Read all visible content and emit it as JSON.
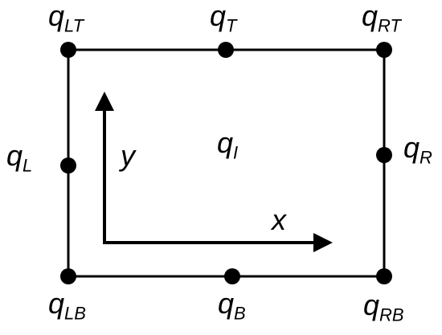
{
  "nodes": {
    "left_top": {
      "main": "q",
      "sub": "LT"
    },
    "top": {
      "main": "q",
      "sub": "T"
    },
    "right_top": {
      "main": "q",
      "sub": "RT"
    },
    "left": {
      "main": "q",
      "sub": "L"
    },
    "interior": {
      "main": "q",
      "sub": "I"
    },
    "right": {
      "main": "q",
      "sub": "R"
    },
    "left_bottom": {
      "main": "q",
      "sub": "LB"
    },
    "bottom": {
      "main": "q",
      "sub": "B"
    },
    "right_bottom": {
      "main": "q",
      "sub": "RB"
    }
  },
  "axes": {
    "x_label": "x",
    "y_label": "y"
  },
  "colors": {
    "stroke": "#000000",
    "background": "#ffffff"
  }
}
